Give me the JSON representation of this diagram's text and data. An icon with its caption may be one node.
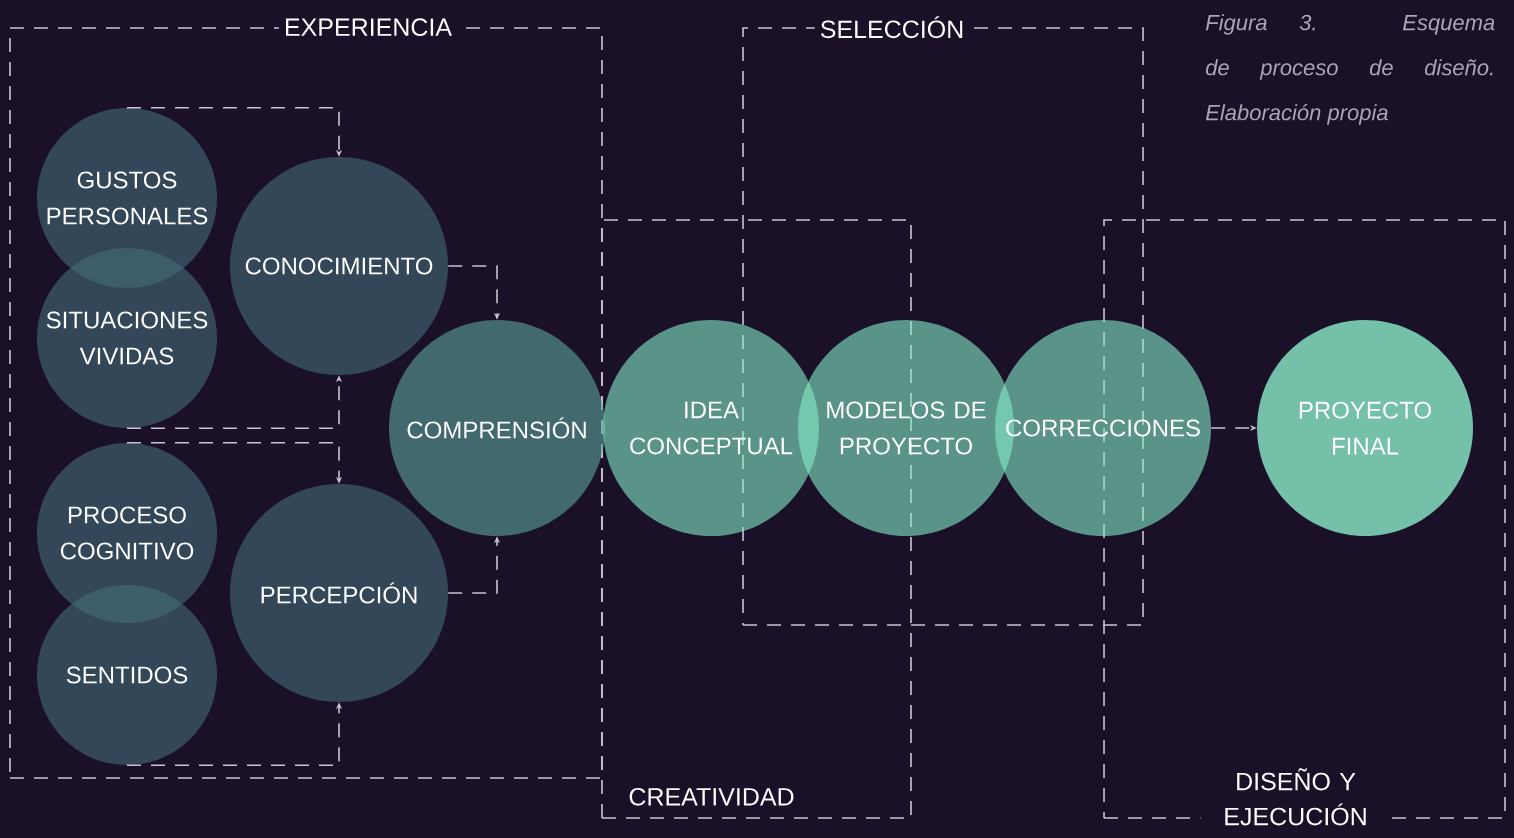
{
  "diagram": {
    "caption": "Figura 3. Esquema de proceso de diseño. Elaboración propia",
    "nodes": [
      {
        "text": [
          "EXPERIENCIA"
        ]
      },
      {
        "text": [
          "GUSTOS PERSONALES"
        ],
        "in": 0
      },
      {
        "text": [
          "SITUACIONES VIVIDAS"
        ],
        "in": 0
      },
      {
        "text": [
          "PROCESO COGNITIVO"
        ],
        "in": 0
      },
      {
        "text": [
          "SENTIDOS"
        ],
        "in": 0
      },
      {
        "text": [
          "CONOCIMIENTO"
        ],
        "in": 0
      },
      {
        "text": [
          "PERCEPCIÓN"
        ],
        "in": 0
      },
      {
        "text": [
          "COMPRENSIÓN"
        ],
        "in": 0
      },
      {
        "text": [
          "SELECCIÓN"
        ]
      },
      {
        "text": [
          "CREATIVIDAD"
        ]
      },
      {
        "text": [
          "DISEÑO Y EJECUCIÓN"
        ]
      },
      {
        "text": [
          "IDEA CONCEPTUAL"
        ],
        "in": 9
      },
      {
        "text": [
          "MODELOS DE PROYECTO"
        ],
        "in": 8
      },
      {
        "text": [
          "CORRECCIONES"
        ]
      },
      {
        "text": [
          "PROYECTO FINAL"
        ],
        "in": 10
      }
    ],
    "edges": [
      {
        "from": 1,
        "to": 5,
        "arrow": "to",
        "style": "dashed"
      },
      {
        "from": 2,
        "to": 5,
        "arrow": "to",
        "style": "dashed"
      },
      {
        "from": 3,
        "to": 6,
        "arrow": "to",
        "style": "dashed"
      },
      {
        "from": 4,
        "to": 6,
        "arrow": "to",
        "style": "dashed"
      },
      {
        "from": 5,
        "to": 7,
        "arrow": "to",
        "style": "dashed"
      },
      {
        "from": 6,
        "to": 7,
        "arrow": "to",
        "style": "dashed"
      },
      {
        "from": 13,
        "to": 14,
        "arrow": "to",
        "style": "dashed"
      }
    ]
  }
}
